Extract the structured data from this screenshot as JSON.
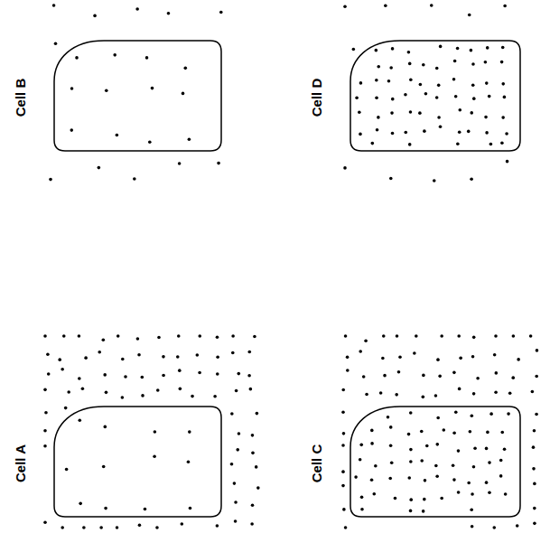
{
  "diagram": {
    "nodes": [
      {
        "text": [
          "Cell B"
        ]
      },
      {
        "text": [
          "Cell D"
        ]
      },
      {
        "text": [
          "Cell A"
        ]
      },
      {
        "text": [
          "Cell C"
        ]
      }
    ]
  }
}
